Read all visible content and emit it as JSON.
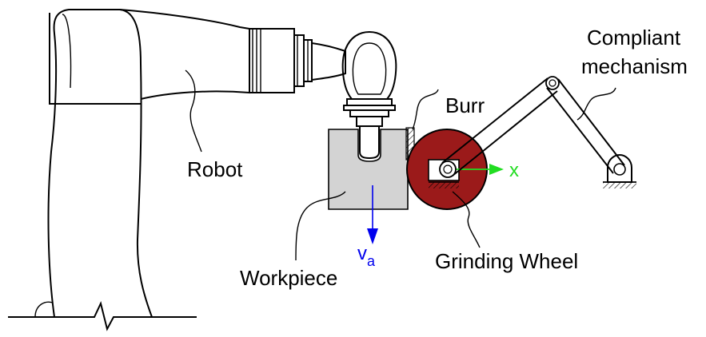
{
  "labels": {
    "robot": "Robot",
    "burr": "Burr",
    "compliant_line1": "Compliant",
    "compliant_line2": "mechanism",
    "workpiece": "Workpiece",
    "grinding_wheel": "Grinding Wheel",
    "velocity_symbol": "v",
    "velocity_subscript": "a",
    "x_axis": "x"
  },
  "colors": {
    "wheel": "#9b1a1a",
    "workpiece": "#d3d3d3",
    "velocity_arrow": "#0000ee",
    "x_arrow": "#22dd22",
    "line": "#000000"
  }
}
